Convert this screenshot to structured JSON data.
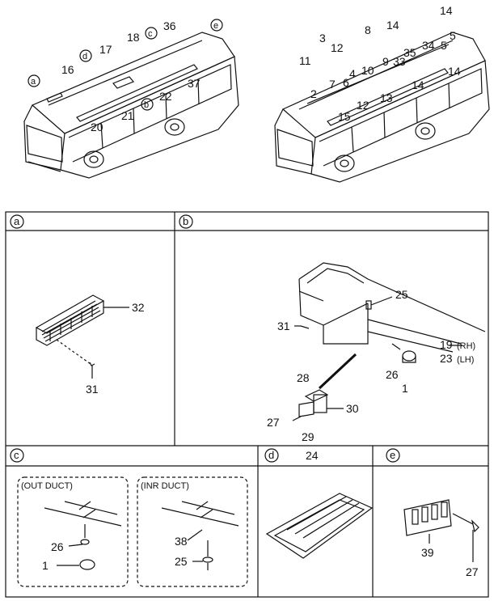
{
  "overview": {
    "left_bus": {
      "callouts": [
        "a",
        "16",
        "d",
        "17",
        "18",
        "c",
        "36",
        "e",
        "20",
        "21",
        "b",
        "22",
        "37"
      ]
    },
    "right_bus": {
      "callouts": [
        "14",
        "3",
        "8",
        "14",
        "11",
        "12",
        "5",
        "34",
        "5",
        "9",
        "33",
        "35",
        "2",
        "7",
        "6",
        "4",
        "10",
        "14",
        "14",
        "15",
        "12",
        "13"
      ]
    }
  },
  "panels": {
    "a": {
      "letter": "a",
      "parts": [
        "32",
        "31"
      ]
    },
    "b": {
      "letter": "b",
      "parts": [
        "25",
        "31",
        "19",
        "(RH)",
        "23",
        "(LH)",
        "26",
        "1",
        "28",
        "30",
        "27",
        "29"
      ]
    },
    "c": {
      "letter": "c",
      "out_duct": {
        "title": "(OUT DUCT)",
        "parts": [
          "26",
          "1"
        ]
      },
      "inr_duct": {
        "title": "(INR DUCT)",
        "parts": [
          "38",
          "25"
        ]
      }
    },
    "d": {
      "letter": "d",
      "title_part": "24"
    },
    "e": {
      "letter": "e",
      "parts": [
        "39",
        "27"
      ]
    }
  },
  "colors": {
    "line": "#111111",
    "background": "#ffffff"
  }
}
